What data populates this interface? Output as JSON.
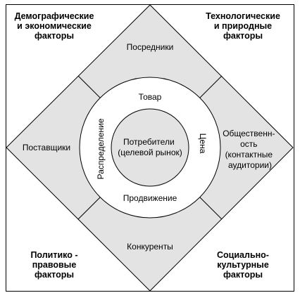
{
  "environment": {
    "top_left": "Демографические\nи экономические\nфакторы",
    "top_right": "Технологические\nи природные\nфакторы",
    "bottom_left": "Политико -\nправовые\nфакторы",
    "bottom_right": "Социально-\nкультурные\nфакторы"
  },
  "contact_groups": {
    "top": "Посредники",
    "left": "Поставщики",
    "bottom": "Конкуренты",
    "right": [
      "Общественн-",
      "ость",
      "(контактные",
      "аудитории)"
    ]
  },
  "marketing_mix": {
    "top": "Товар",
    "bottom": "Продвижение",
    "left": "Распределение",
    "right": "Цена"
  },
  "center": [
    "Потребители",
    "(целевой рынок)"
  ],
  "colors": {
    "diamond_fill": "#e3e3e3",
    "stroke": "#000000",
    "background": "#ffffff"
  }
}
